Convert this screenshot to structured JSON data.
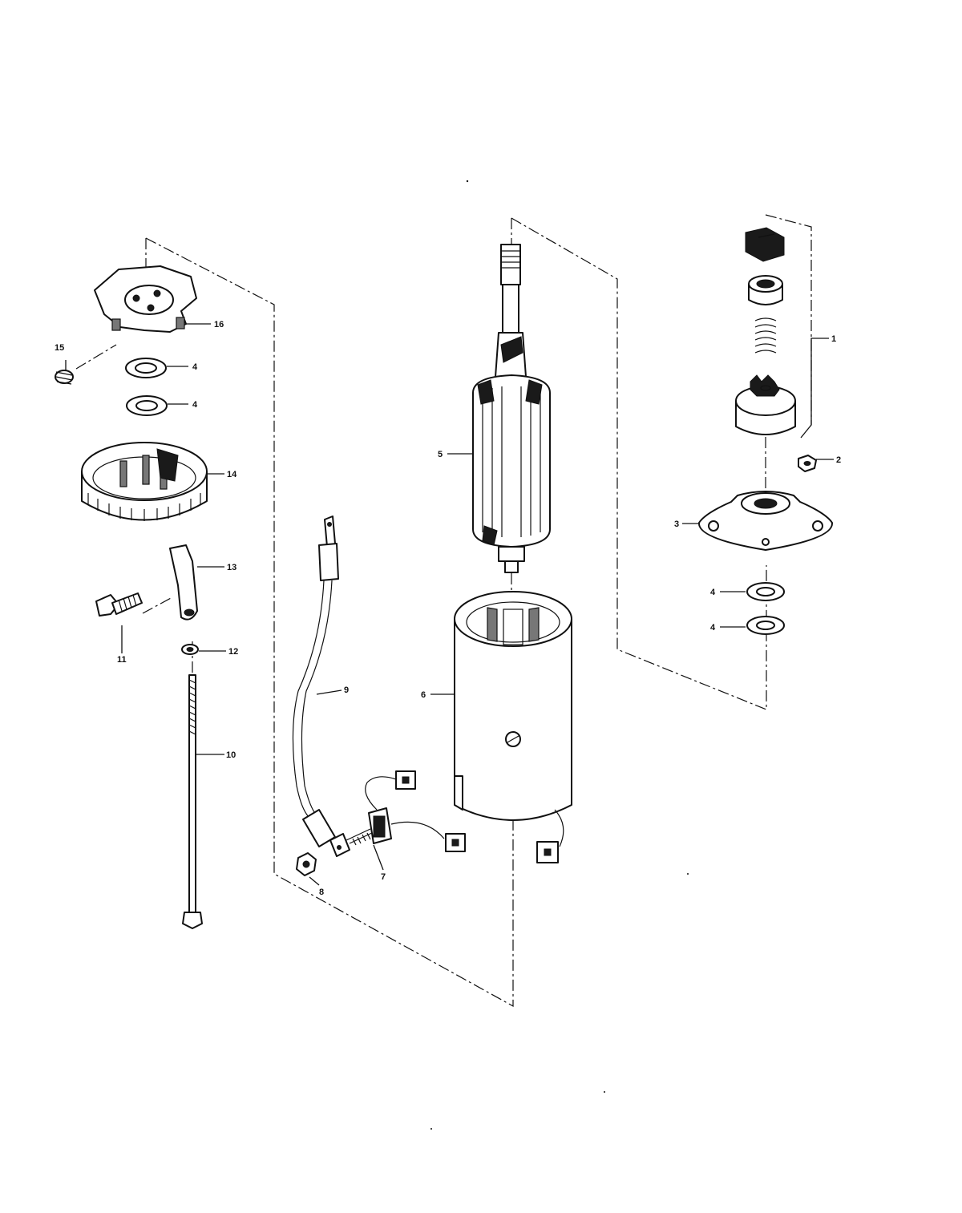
{
  "diagram": {
    "callouts": {
      "p1": "1",
      "p2": "2",
      "p3": "3",
      "p4a": "4",
      "p4b": "4",
      "p4c": "4",
      "p4d": "4",
      "p5": "5",
      "p6": "6",
      "p7": "7",
      "p8": "8",
      "p9": "9",
      "p10": "10",
      "p11": "11",
      "p12": "12",
      "p13": "13",
      "p14": "14",
      "p15": "15",
      "p16": "16"
    }
  }
}
